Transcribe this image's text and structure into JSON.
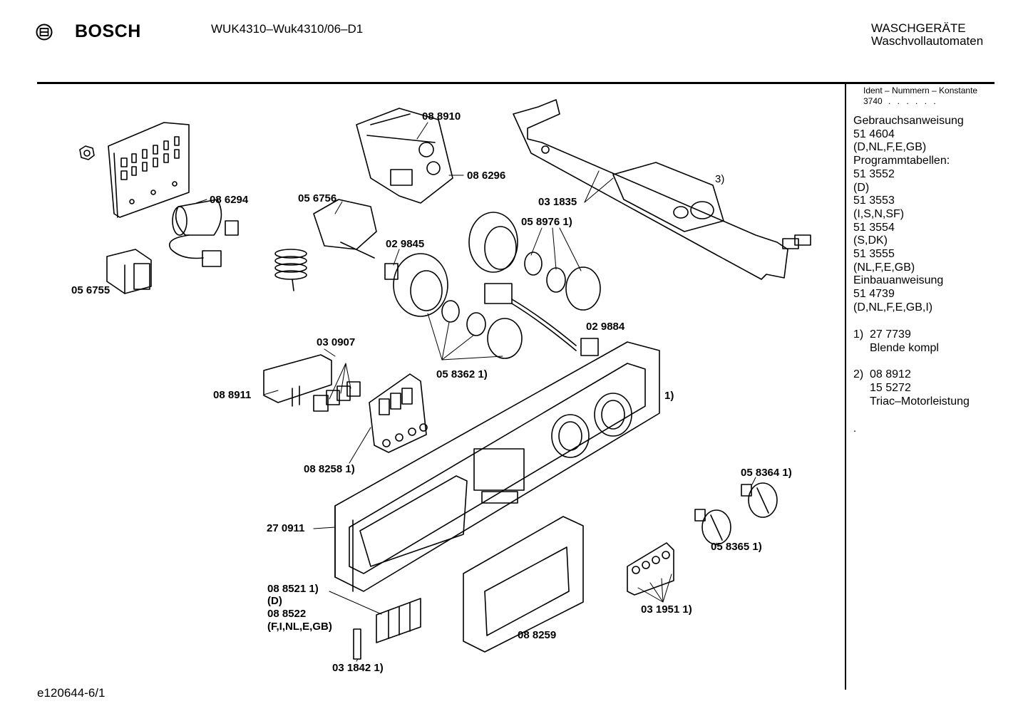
{
  "header": {
    "brand": "BOSCH",
    "model": "WUK4310–Wuk4310/06–D1",
    "category_line1": "WASCHGERÄTE",
    "category_line2": "Waschvollautomaten"
  },
  "sidebar": {
    "ident_header": "Ident – Nummern – Konstante",
    "ident_value": "3740",
    "ident_dots": ". . . . . .",
    "documents": [
      "Gebrauchsanweisung",
      "51 4604",
      "(D,NL,F,E,GB)",
      "Programmtabellen:",
      "51 3552",
      "(D)",
      "51 3553",
      "(I,S,N,SF)",
      "51 3554",
      "(S,DK)",
      "51 3555",
      "(NL,F,E,GB)",
      "Einbauanweisung",
      "51 4739",
      "(D,NL,F,E,GB,I)"
    ],
    "notes": [
      {
        "num": "1)",
        "lines": [
          "27 7739",
          "Blende kompl"
        ]
      },
      {
        "num": "2)",
        "lines": [
          "08 8912",
          "15 5272",
          "Triac–Motorleistung"
        ]
      }
    ],
    "trailing_dot": "."
  },
  "part_labels": {
    "p088910": "08 8910",
    "p086296": "08 6296",
    "p086294": "08 6294",
    "p056756": "05 6756",
    "p056755": "05 6755",
    "p029845": "02 9845",
    "p031835": "03 1835",
    "p058976": "05 8976 1)",
    "p3": "3)",
    "p030907": "03 0907",
    "p088911": "08 8911",
    "p029884": "02 9884",
    "p058362": "05 8362 1)",
    "p1": "1)",
    "p088258": "08 8258 1)",
    "p058364": "05 8364 1)",
    "p270911": "27 0911",
    "p058365": "05 8365 1)",
    "p088521": "08 8521 1)",
    "pD": "(D)",
    "p088522": "08 8522",
    "pFINL": "(F,I,NL,E,GB)",
    "p088259": "08 8259",
    "p031951": "03 1951 1)",
    "p031842": "03 1842 1)"
  },
  "footer": {
    "code": "e120644-6/1"
  }
}
